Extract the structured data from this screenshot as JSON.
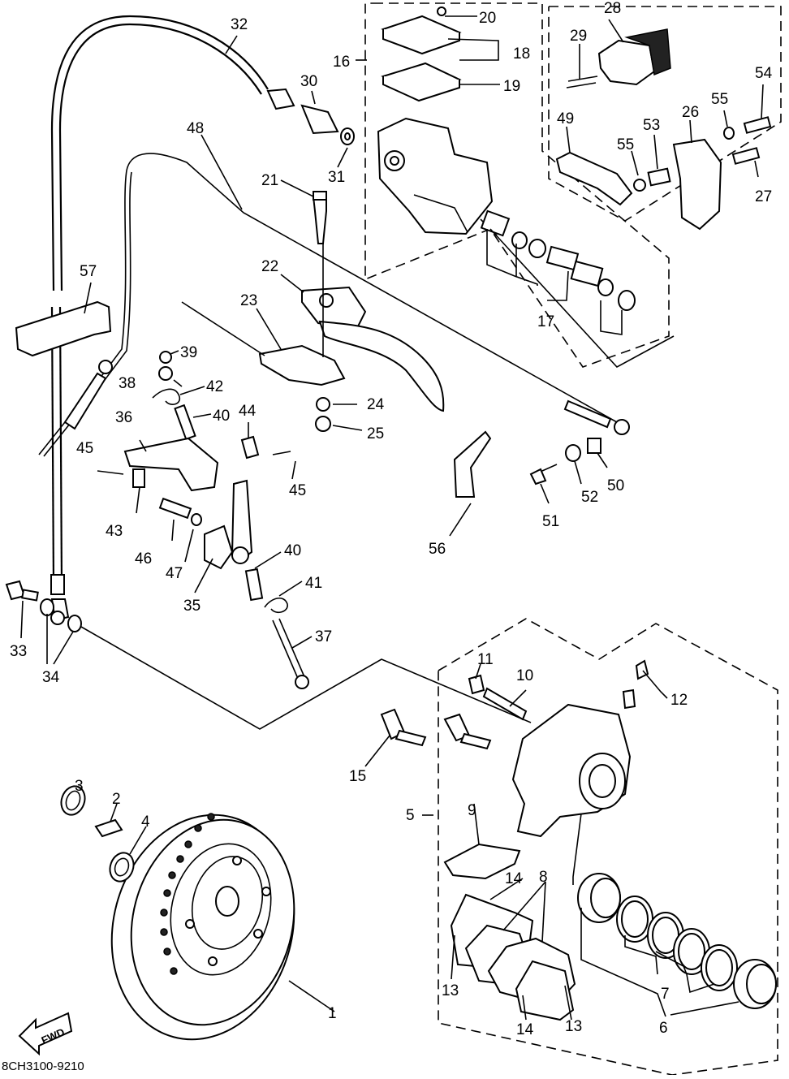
{
  "diagram": {
    "drawing_code": "8CH3100-9210",
    "direction_marker": "FWD",
    "callouts": [
      "1",
      "2",
      "3",
      "4",
      "5",
      "6",
      "7",
      "8",
      "9",
      "10",
      "11",
      "12",
      "13",
      "13",
      "14",
      "14",
      "15",
      "16",
      "17",
      "18",
      "19",
      "20",
      "21",
      "22",
      "23",
      "24",
      "25",
      "26",
      "27",
      "28",
      "29",
      "30",
      "31",
      "32",
      "33",
      "34",
      "35",
      "36",
      "37",
      "38",
      "39",
      "40",
      "40",
      "41",
      "42",
      "43",
      "44",
      "45",
      "45",
      "46",
      "47",
      "48",
      "49",
      "50",
      "51",
      "52",
      "53",
      "54",
      "55",
      "55",
      "56",
      "57"
    ]
  }
}
